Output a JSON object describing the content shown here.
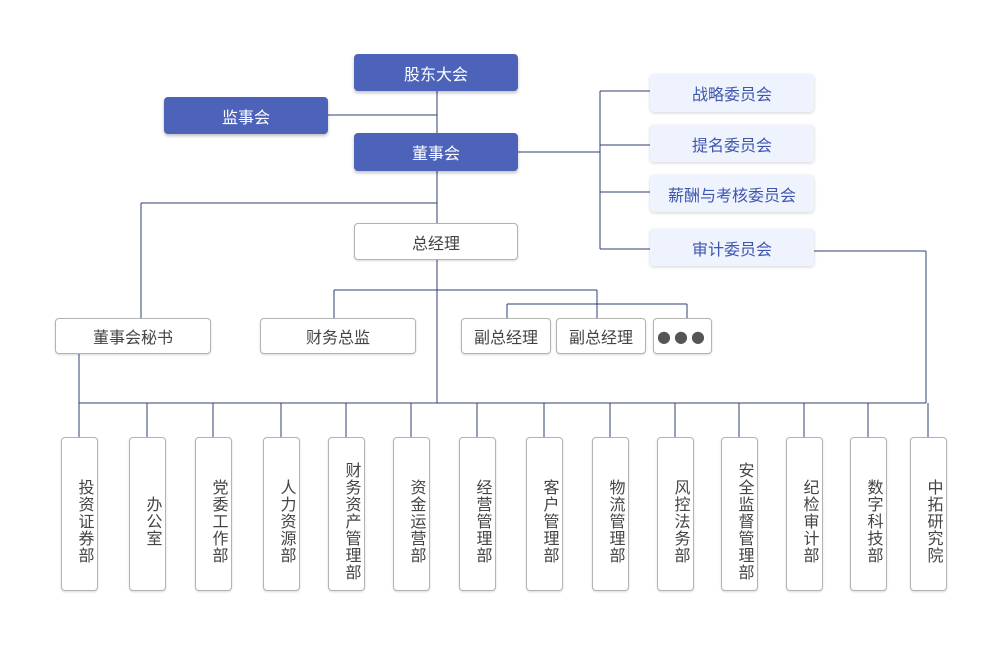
{
  "shareholders": "股东大会",
  "supervisory_board": "监事会",
  "board": "董事会",
  "committees": [
    "战略委员会",
    "提名委员会",
    "薪酬与考核委员会",
    "审计委员会"
  ],
  "general_manager": "总经理",
  "board_secretary": "董事会秘书",
  "cfo": "财务总监",
  "deputy_gms": [
    "副总经理",
    "副总经理"
  ],
  "more": "●●●",
  "departments": [
    "投资证券部",
    "办公室",
    "党委工作部",
    "人力资源部",
    "财务资产管理部",
    "资金运营部",
    "经营管理部",
    "客户管理部",
    "物流管理部",
    "风控法务部",
    "安全监督管理部",
    "纪检审计部",
    "数字科技部",
    "中拓研究院"
  ],
  "colors": {
    "dark": "#4d62b9",
    "light": "#eef3fd",
    "line": "#2f3f73"
  }
}
